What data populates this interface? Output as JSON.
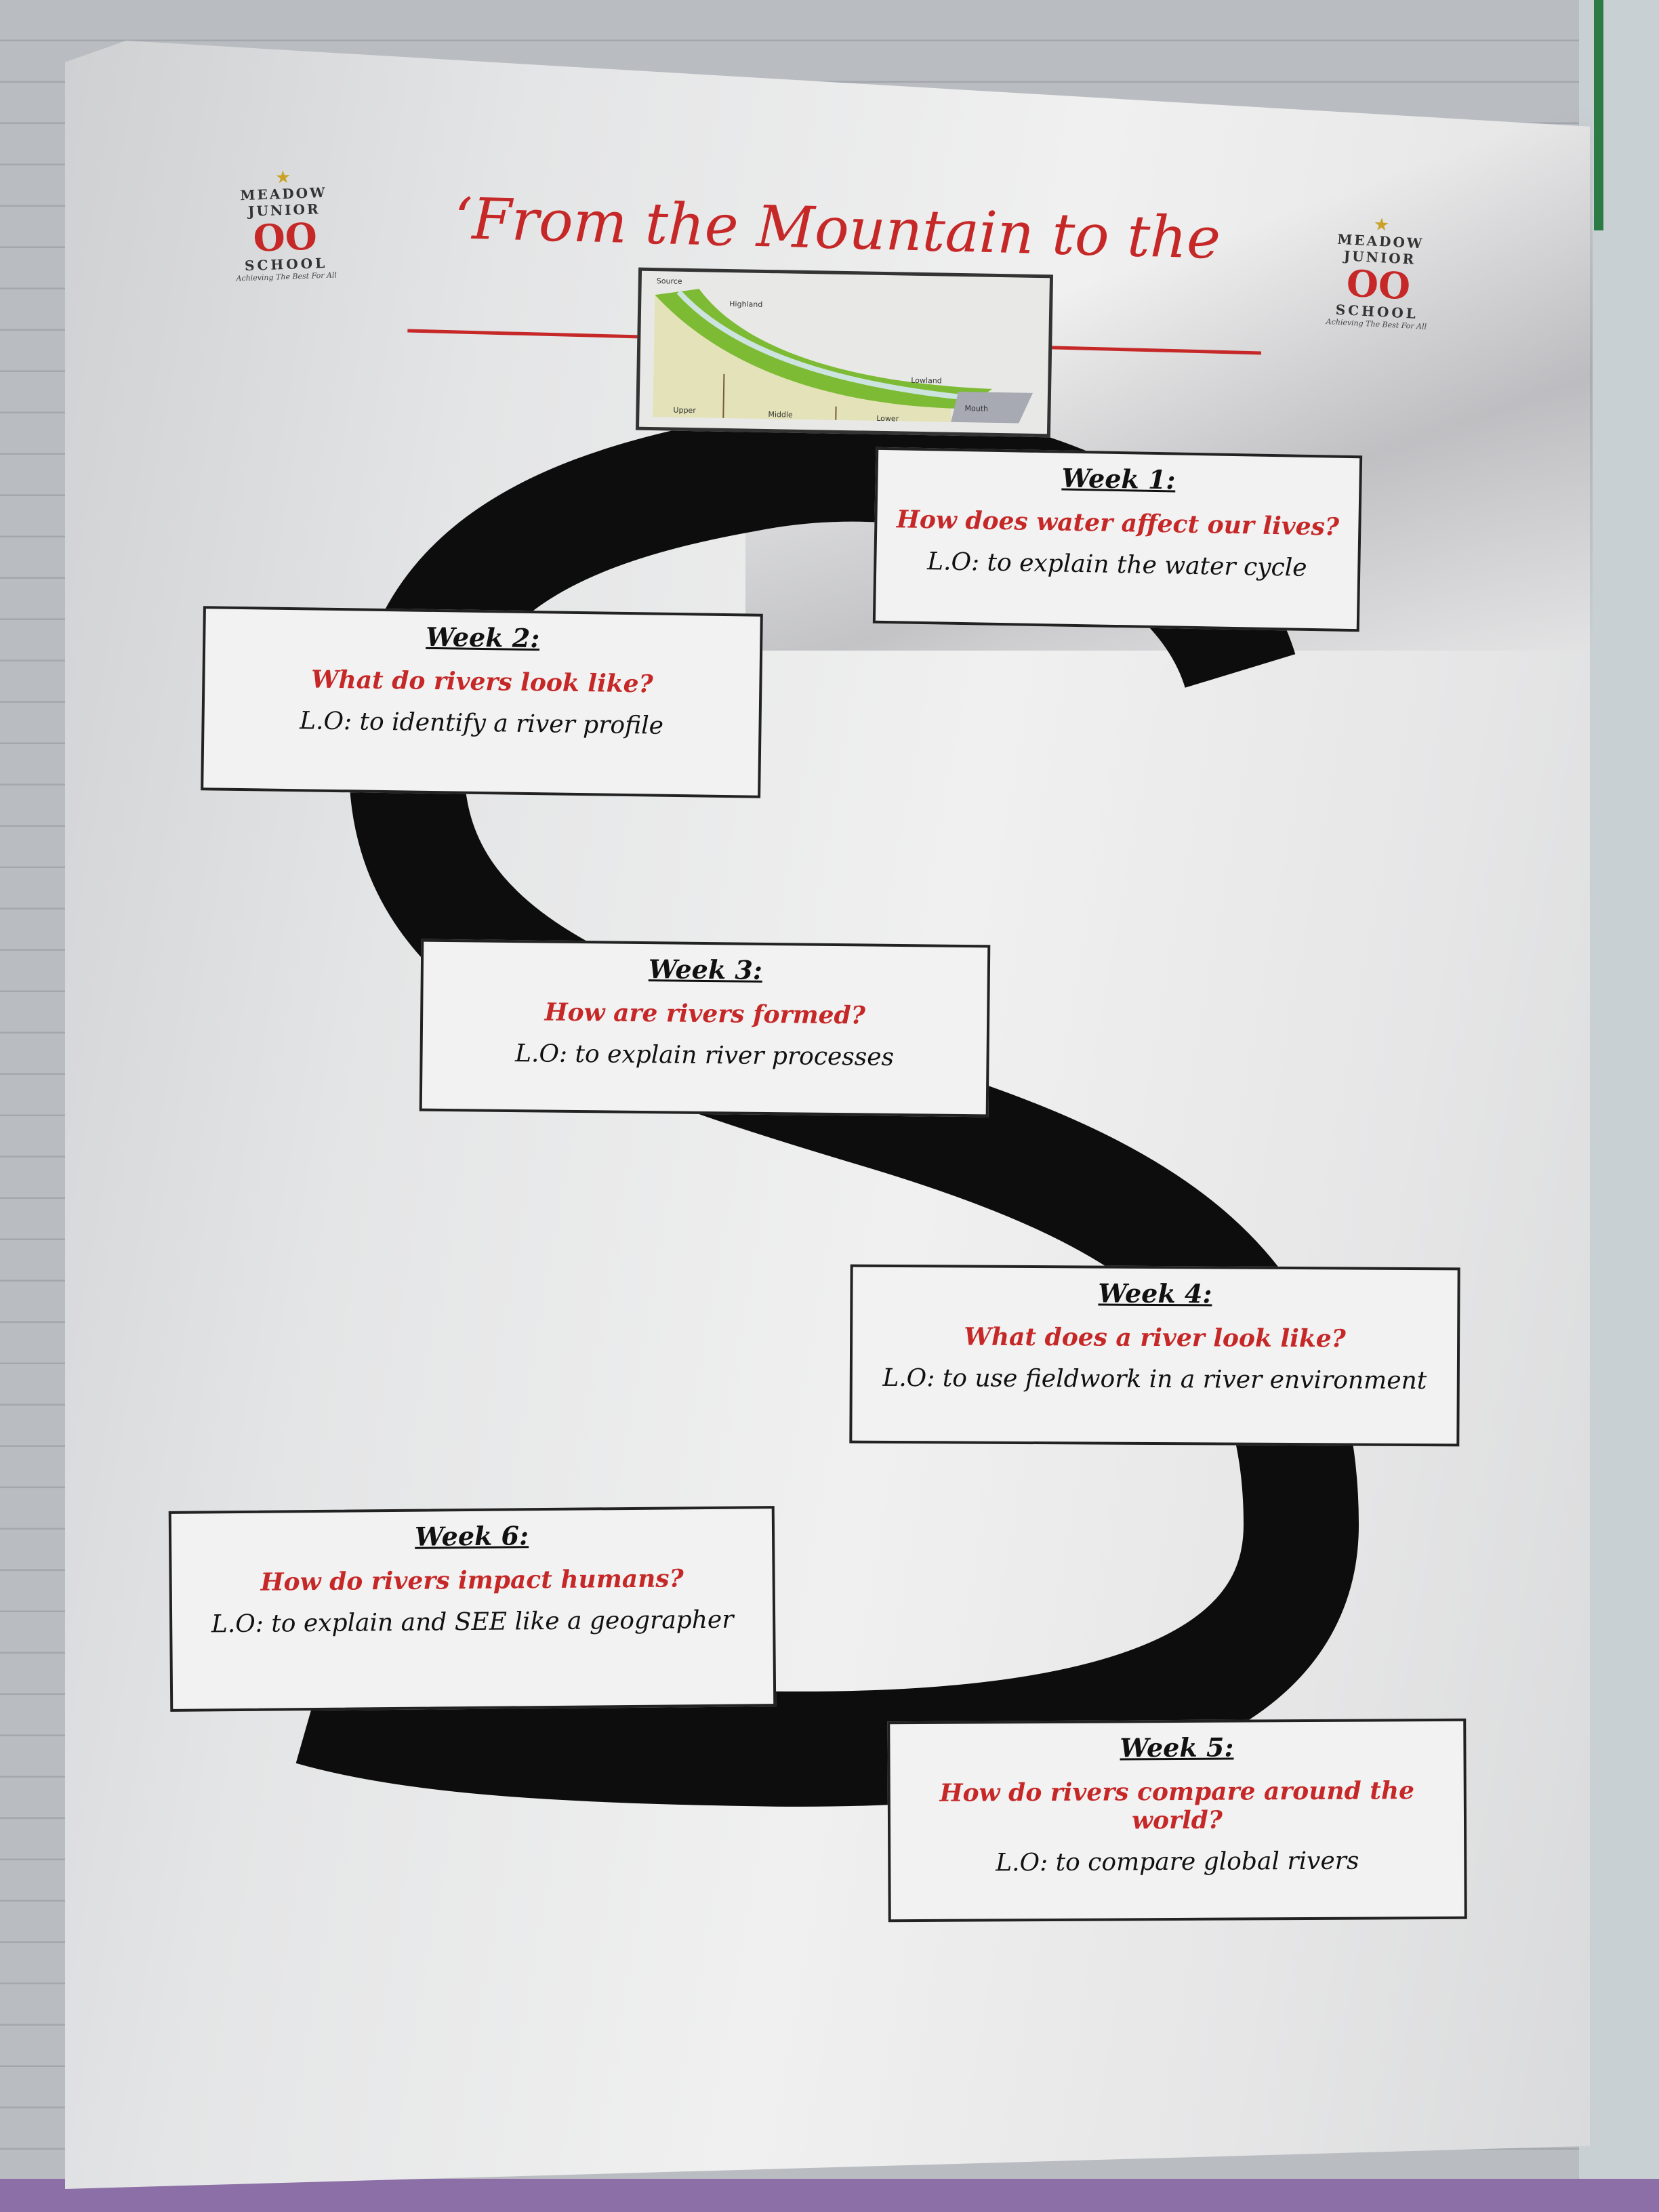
{
  "title": "‘From the Mountain to the Sea’",
  "logo": {
    "name_top": "MEADOW JUNIOR",
    "monogram": "OO",
    "name_bottom": "SCHOOL",
    "motto": "Achieving The Best For All"
  },
  "river_profile": {
    "labels": [
      "Source",
      "Highland",
      "Lowland",
      "Mouth",
      "Upper",
      "Middle",
      "Lower"
    ]
  },
  "weeks": [
    {
      "week": "Week 1:",
      "question": "How does water affect our lives?",
      "lo": "L.O: to explain the water cycle"
    },
    {
      "week": "Week 2:",
      "question": "What do rivers look like?",
      "lo": "L.O: to identify a river profile"
    },
    {
      "week": "Week 3:",
      "question": "How are rivers formed?",
      "lo": "L.O: to explain river processes"
    },
    {
      "week": "Week 4:",
      "question": "What does a river look like?",
      "lo": "L.O: to use fieldwork in a river environment"
    },
    {
      "week": "Week 5:",
      "question": "How do rivers compare around the world?",
      "lo": "L.O: to compare global rivers"
    },
    {
      "week": "Week 6:",
      "question": "How do rivers impact humans?",
      "lo": "L.O: to explain and SEE like a geographer"
    }
  ],
  "colors": {
    "accent": "#c62828",
    "ink": "#111111"
  }
}
